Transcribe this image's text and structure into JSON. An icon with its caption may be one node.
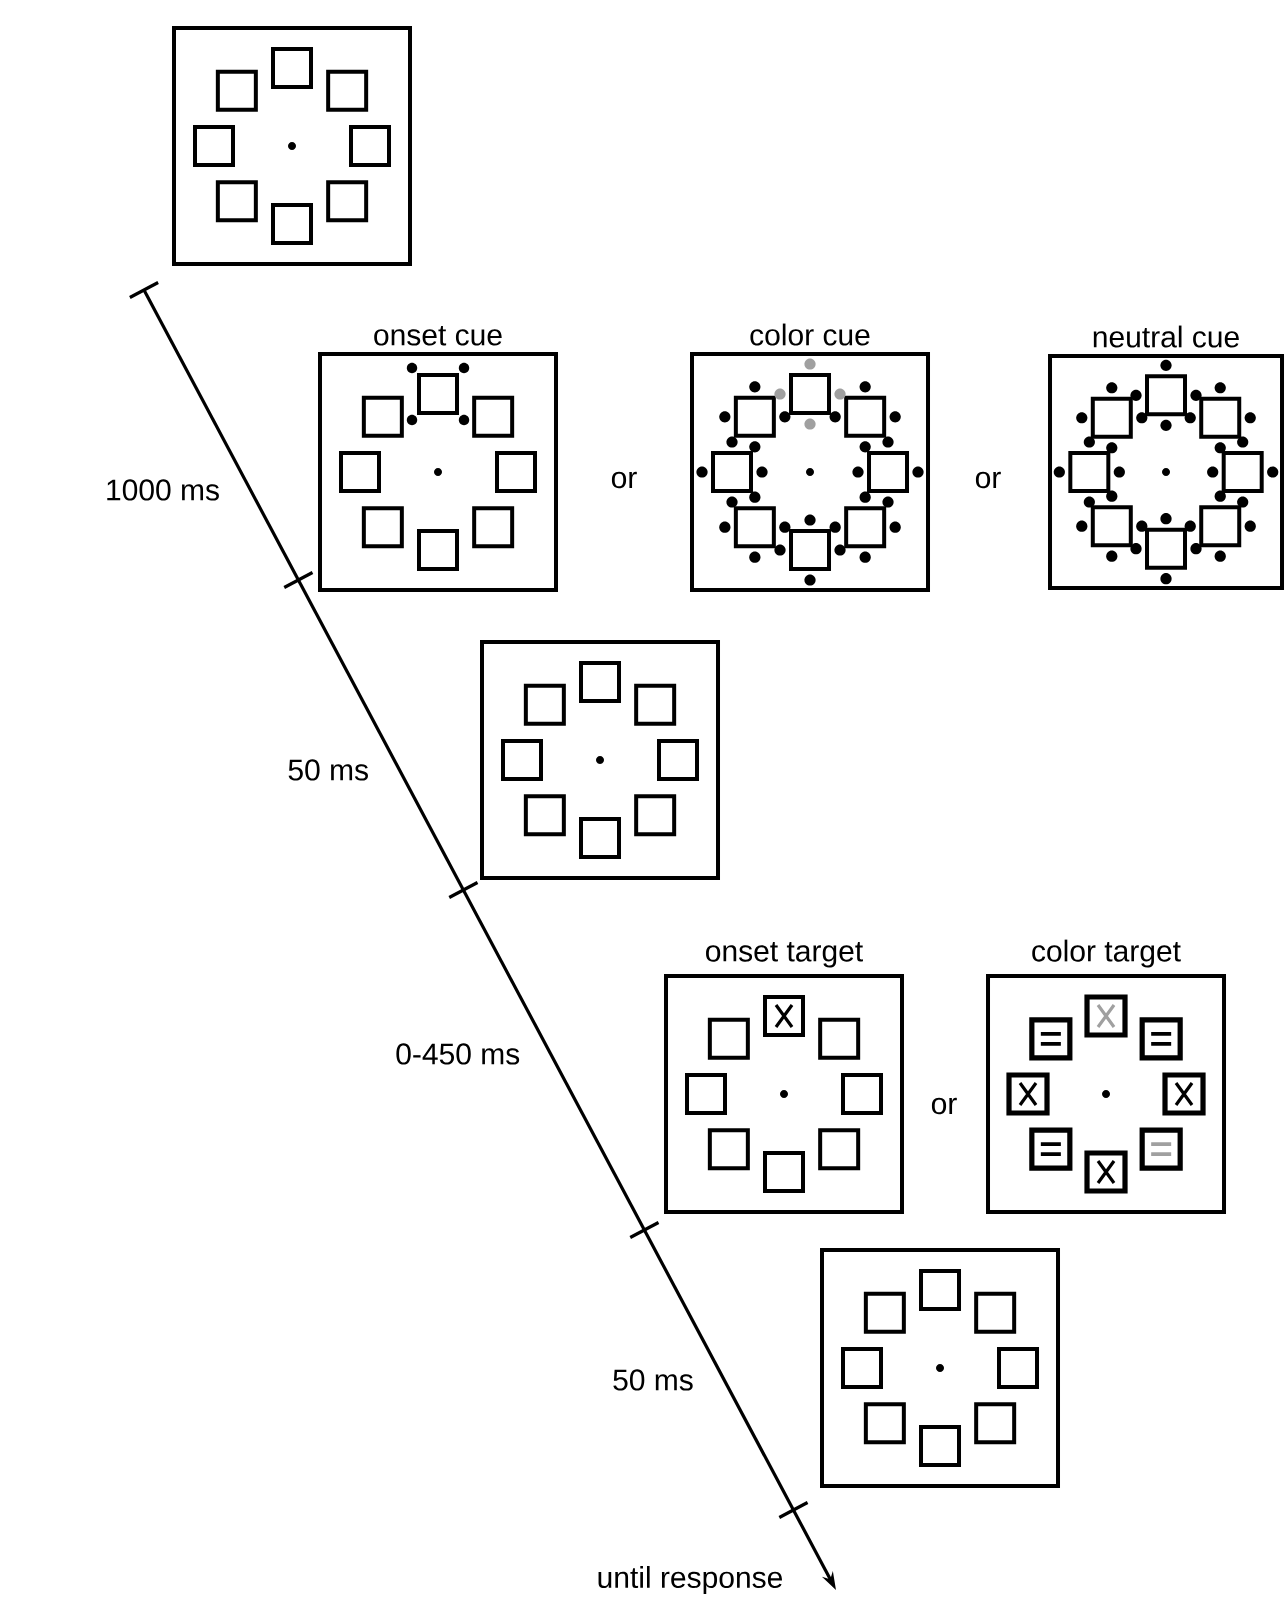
{
  "diagram": {
    "nodes": [
      {
        "text": [],
        "shape": "box"
      },
      {
        "text": [
          "onset cue"
        ]
      },
      {
        "text": [
          "color cue"
        ]
      },
      {
        "text": [
          "neutral cue"
        ]
      },
      {
        "text": [],
        "shape": "box"
      },
      {
        "text": [
          "onset target"
        ]
      },
      {
        "text": [
          "color target"
        ]
      },
      {
        "text": [],
        "shape": "box"
      }
    ],
    "edges": [],
    "labels": [
      "1000 ms",
      "or",
      "or",
      "50 ms",
      "0-450 ms",
      "or",
      "50 ms",
      "until response"
    ]
  }
}
